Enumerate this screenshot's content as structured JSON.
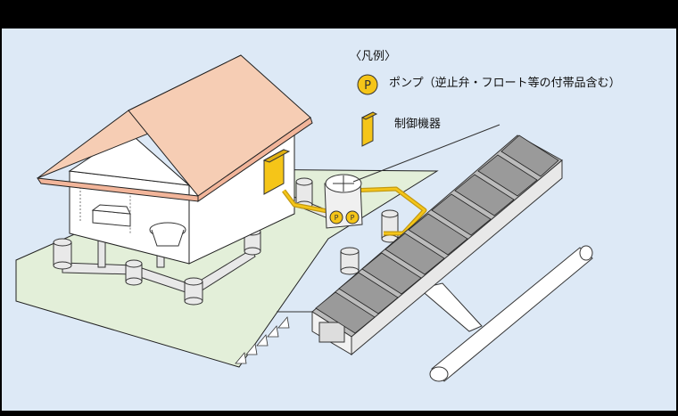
{
  "legend": {
    "title": "〈凡例〉",
    "items": [
      {
        "label": "ポンプ（逆止弁・フロート等の付帯品含む）",
        "icon": "pump-icon",
        "glyph": "P"
      },
      {
        "label": "制御機器",
        "icon": "control-box-icon"
      }
    ]
  },
  "colors": {
    "frame": "#000000",
    "background": "#dde9f6",
    "ground": "#e3efd9",
    "roof": "#f6cdb4",
    "wall": "#ffffff",
    "equipment": "#f5c518",
    "pipe_outline": "#c39a12",
    "sewer_pipe": "#ffffff",
    "gutter_dark": "#9a9a9a"
  }
}
